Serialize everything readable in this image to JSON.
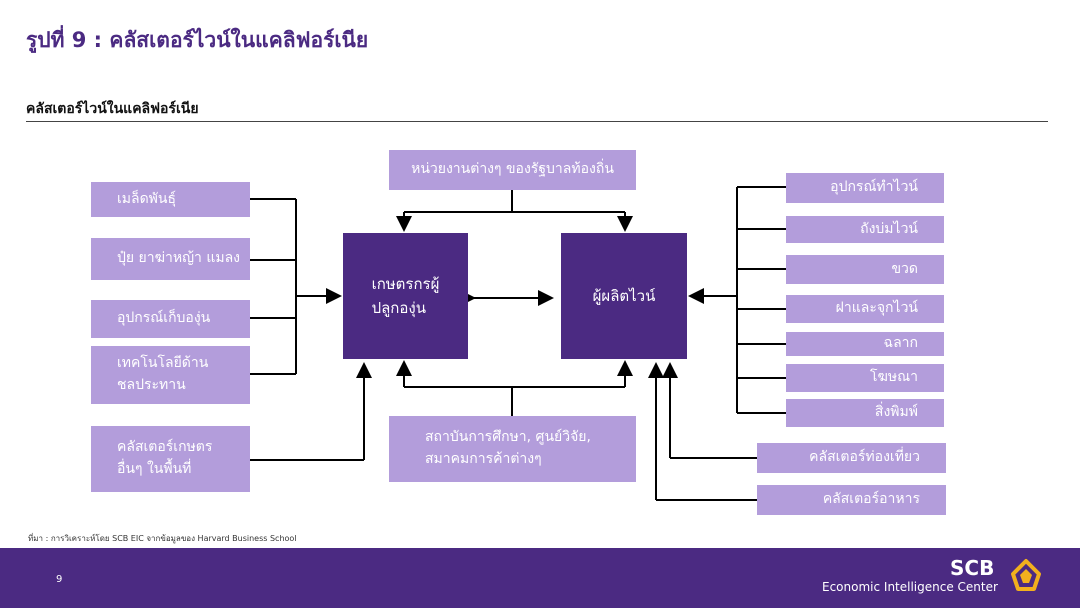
{
  "header": {
    "title": "รูปที่ 9 : คลัสเตอร์ไวน์ในแคลิฟอร์เนีย",
    "subtitle": "คลัสเตอร์ไวน์ในแคลิฟอร์เนีย"
  },
  "diagram": {
    "left_items": [
      "เมล็ดพันธุ์",
      "ปุ๋ย ยาฆ่าหญ้า แมลง",
      "อุปกรณ์เก็บองุ่น",
      "เทคโนโลยีด้าน\nชลประทาน",
      "คลัสเตอร์เกษตร\nอื่นๆ ในพื้นที่"
    ],
    "top_box": "หน่วยงานต่างๆ ของรัฐบาลท้องถิ่น",
    "bottom_box": "สถาบันการศึกษา, ศูนย์วิจัย,\nสมาคมการค้าต่างๆ",
    "center_left": "เกษตรกรผู้\nปลูกองุ่น",
    "center_right": "ผู้ผลิตไวน์",
    "right_items": [
      "อุปกรณ์ทำไวน์",
      "ถังบ่มไวน์",
      "ขวด",
      "ฝาและจุกไวน์",
      "ฉลาก",
      "โฆษณา",
      "สิ่งพิมพ์"
    ],
    "right_bottom_items": [
      "คลัสเตอร์ท่องเที่ยว",
      "คลัสเตอร์อาหาร"
    ]
  },
  "source": "ที่มา : การวิเคราะห์โดย SCB EIC จากข้อมูลของ Harvard Business School",
  "footer": {
    "page_number": "9",
    "brand": "SCB",
    "brand_sub": "Economic Intelligence Center"
  },
  "colors": {
    "dark_purple": "#4b2a82",
    "light_purple": "#b39ddb",
    "footer_gold": "#f2b01e"
  }
}
